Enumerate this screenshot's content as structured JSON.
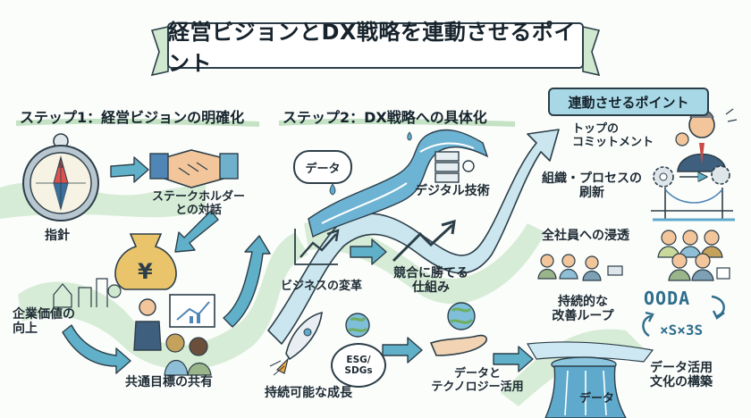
{
  "title": "経営ビジョンとDX戦略を連動させるポイント",
  "steps": {
    "step1": "ステップ1：経営ビジョンの明確化",
    "step2": "ステップ2：DX戦略への具体化"
  },
  "step1_items": {
    "compass_label": "指針",
    "stakeholder_line1": "ステークホルダー",
    "stakeholder_line2": "との対話",
    "value_line1": "企業価値の",
    "value_line2": "向上",
    "goal_label": "共通目標の共有"
  },
  "step2_items": {
    "data_bubble": "データ",
    "digital_tech": "デジタル技術",
    "business_change": "ビジネスの変革",
    "compete_line1": "競合に勝てる",
    "compete_line2": "仕組み",
    "esg_line1": "ESG/",
    "esg_line2": "SDGs",
    "sustainable_growth": "持続可能な成長",
    "data_tech_line1": "データと",
    "data_tech_line2": "テクノロジー活用"
  },
  "points": {
    "header": "連動させるポイント",
    "commit_line1": "トップの",
    "commit_line2": "コミットメント",
    "org_line1": "組織・プロセスの",
    "org_line2": "刷新",
    "penetrate": "全社員への浸透",
    "loop_line1": "持続的な",
    "loop_line2": "改善ループ",
    "ooda": "OODA",
    "ooda_sub": "×S×3S",
    "culture_line1": "データ活用",
    "culture_line2": "文化の構築",
    "data_flow": "データ"
  },
  "icons": [
    "compass-icon",
    "handshake-icon",
    "yen-bag-icon",
    "presenter-icon",
    "chart-up-icon",
    "rocket-icon",
    "globe-icon",
    "hand-icon",
    "server-icon",
    "executive-icon",
    "gear-bridge-icon",
    "team-icon",
    "ooda-loop-icon",
    "waterfall-icon"
  ],
  "colors": {
    "ribbon": "#cfe8cf",
    "river": "#5fa9cc",
    "arrow": "#5fb0c8",
    "header_fill": "#a8d8e6",
    "ink": "#1d2a33"
  }
}
